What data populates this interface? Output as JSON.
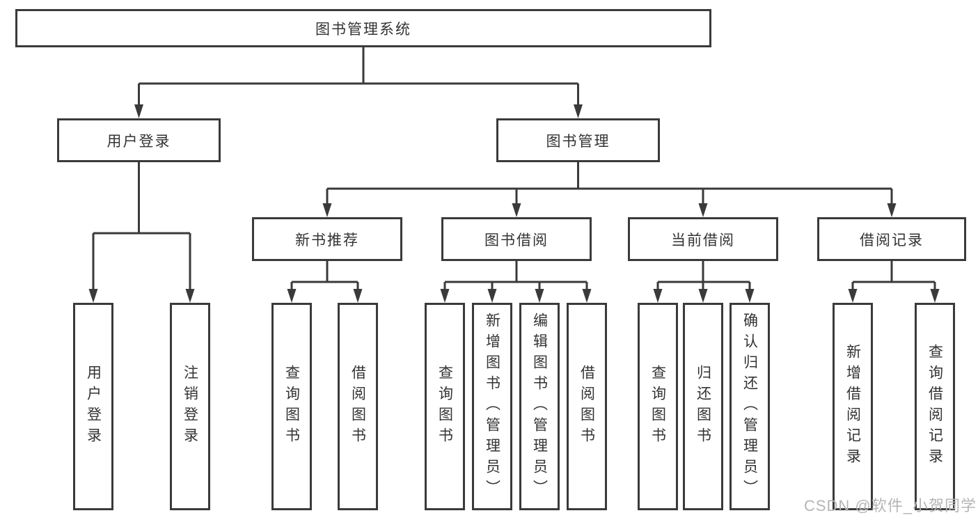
{
  "diagram": {
    "root": {
      "label": "图书管理系统"
    },
    "level2": [
      {
        "label": "用户登录"
      },
      {
        "label": "图书管理"
      }
    ],
    "level3": [
      {
        "label": "新书推荐"
      },
      {
        "label": "图书借阅"
      },
      {
        "label": "当前借阅"
      },
      {
        "label": "借阅记录"
      }
    ],
    "leaves": {
      "user_login": [
        {
          "label": "用户登录"
        },
        {
          "label": "注销登录"
        }
      ],
      "new_book_recommend": [
        {
          "label": "查询图书"
        },
        {
          "label": "借阅图书"
        }
      ],
      "book_borrow": [
        {
          "label": "查询图书"
        },
        {
          "label": "新增图书（管理员）"
        },
        {
          "label": "编辑图书（管理员）"
        },
        {
          "label": "借阅图书"
        }
      ],
      "current_borrow": [
        {
          "label": "查询图书"
        },
        {
          "label": "归还图书"
        },
        {
          "label": "确认归还（管理员）"
        }
      ],
      "borrow_records": [
        {
          "label": "新增借阅记录"
        },
        {
          "label": "查询借阅记录"
        }
      ]
    }
  },
  "watermark": {
    "text": "CSDN @软件_小贺同学"
  },
  "colors": {
    "line": "#3a3a3a",
    "text": "#333333",
    "watermark": "#b5b5b5",
    "background": "#ffffff"
  }
}
